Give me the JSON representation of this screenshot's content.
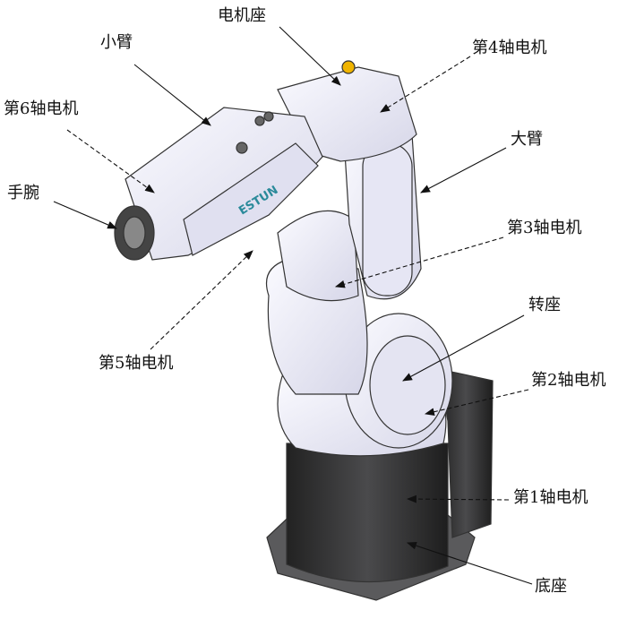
{
  "labels": {
    "motor_seat": "电机座",
    "forearm": "小臂",
    "axis4_motor": "第4轴电机",
    "axis6_motor": "第6轴电机",
    "upper_arm": "大臂",
    "wrist": "手腕",
    "axis3_motor": "第3轴电机",
    "rotary_seat": "转座",
    "axis5_motor": "第5轴电机",
    "axis2_motor": "第2轴电机",
    "axis1_motor": "第1轴电机",
    "base": "底座"
  },
  "logo_text": "ESTUN",
  "colors": {
    "body": "#ececf6",
    "dark": "#2e2e30",
    "outline": "#333333",
    "lamp": "#f0b400"
  }
}
